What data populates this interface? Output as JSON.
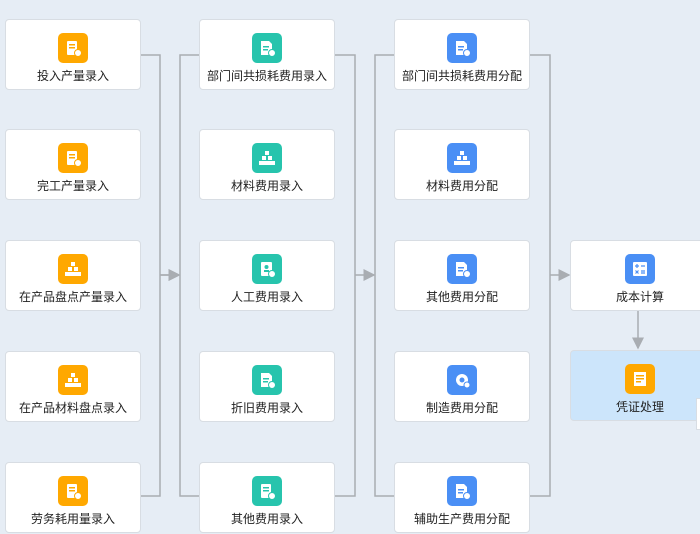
{
  "colors": {
    "orange": "#ffa800",
    "teal": "#27c4ad",
    "blue": "#4a8ff5",
    "line": "#a9adb2"
  },
  "columns": [
    {
      "items": [
        {
          "label": "投入产量录入",
          "icon": "clipboard-icon",
          "color": "orange"
        },
        {
          "label": "完工产量录入",
          "icon": "clipboard-icon",
          "color": "orange"
        },
        {
          "label": "在产品盘点产量录入",
          "icon": "stack-icon",
          "color": "orange"
        },
        {
          "label": "在产品材料盘点录入",
          "icon": "stack-icon",
          "color": "orange"
        },
        {
          "label": "劳务耗用量录入",
          "icon": "clipboard-icon",
          "color": "orange"
        }
      ]
    },
    {
      "items": [
        {
          "label": "部门间共损耗费用录入",
          "icon": "document-icon",
          "color": "teal"
        },
        {
          "label": "材料费用录入",
          "icon": "stack-icon",
          "color": "teal"
        },
        {
          "label": "人工费用录入",
          "icon": "person-doc-icon",
          "color": "teal"
        },
        {
          "label": "折旧费用录入",
          "icon": "document-icon",
          "color": "teal"
        },
        {
          "label": "其他费用录入",
          "icon": "clipboard-icon",
          "color": "teal"
        }
      ]
    },
    {
      "items": [
        {
          "label": "部门间共损耗费用分配",
          "icon": "document-icon",
          "color": "blue"
        },
        {
          "label": "材料费用分配",
          "icon": "stack-icon",
          "color": "blue"
        },
        {
          "label": "其他费用分配",
          "icon": "document-icon",
          "color": "blue"
        },
        {
          "label": "制造费用分配",
          "icon": "gear-icon",
          "color": "blue"
        },
        {
          "label": "辅助生产费用分配",
          "icon": "document-icon",
          "color": "blue"
        }
      ]
    },
    {
      "items": [
        {
          "label": "成本计算",
          "icon": "calculator-icon",
          "color": "blue"
        },
        {
          "label": "凭证处理",
          "icon": "voucher-icon",
          "color": "orange",
          "selected": true
        }
      ]
    }
  ]
}
